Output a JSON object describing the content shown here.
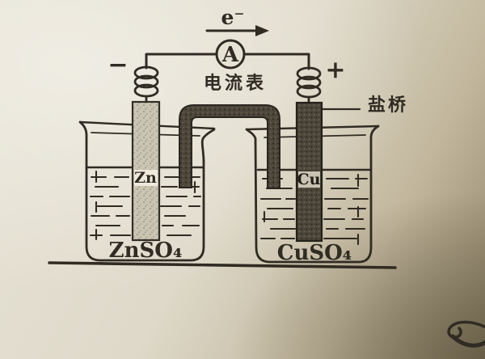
{
  "figure": {
    "type": "galvanic-cell-diagram",
    "electron_flow_label": "e⁻",
    "ammeter_symbol": "A",
    "ammeter_label": "电流表",
    "negative_terminal_label": "−",
    "positive_terminal_label": "+",
    "salt_bridge_label": "盐桥",
    "zinc_electrode_label": "Zn",
    "copper_electrode_label": "Cu",
    "zinc_solution_label": "ZnSO₄",
    "copper_solution_label": "CuSO₄"
  },
  "colors": {
    "ink": "#322d25",
    "zinc_electrode_fill": "#c9c3b1",
    "copper_electrode_fill": "#4f483c",
    "salt_bridge_fill": "#4f483c",
    "paper_light": "#e8e4d6",
    "paper_dark": "#80755a"
  }
}
